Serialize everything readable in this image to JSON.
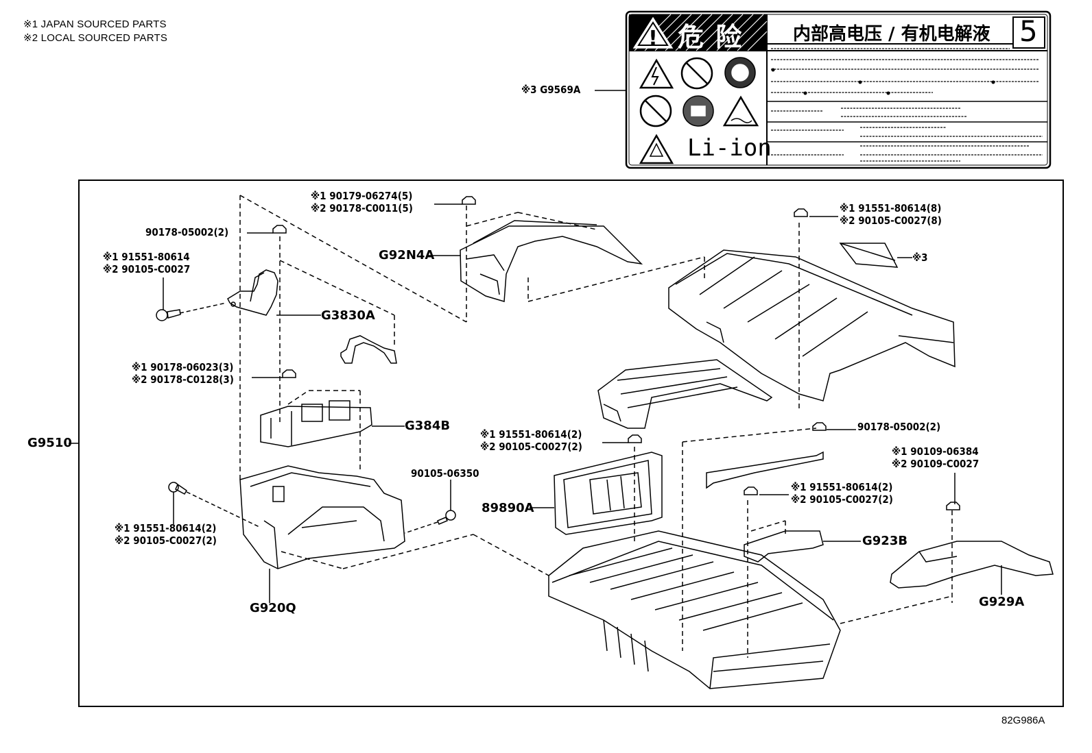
{
  "legend": {
    "line1": "※1 JAPAN SOURCED PARTS",
    "line2": "※2 LOCAL SOURCED PARTS"
  },
  "label_sticker": {
    "callout": "※3 G9569A",
    "warning_title": "危 险",
    "chinese_title": "内部高电压 / 有机电解液",
    "number": "5",
    "li_ion": "Li-ion"
  },
  "parts": {
    "assembly": "G9510",
    "p1_j": "※1 90179-06274(5)",
    "p1_l": "※2 90178-C0011(5)",
    "p2": "90178-05002(2)",
    "p3_j": "※1 91551-80614",
    "p3_l": "※2 90105-C0027",
    "g92n4a": "G92N4A",
    "g3830a": "G3830A",
    "p4_j": "※1 90178-06023(3)",
    "p4_l": "※2 90178-C0128(3)",
    "g384b": "G384B",
    "p5": "90105-06350",
    "p6_j": "※1 91551-80614(2)",
    "p6_l": "※2 90105-C0027(2)",
    "g920q": "G920Q",
    "p7_j": "※1 91551-80614(8)",
    "p7_l": "※2 90105-C0027(8)",
    "ref3": "※3",
    "p8_j": "※1 91551-80614(2)",
    "p8_l": "※2 90105-C0027(2)",
    "g89890a": "89890A",
    "p9": "90178-05002(2)",
    "p10_j": "※1 90109-06384",
    "p10_l": "※2 90109-C0027",
    "p11_j": "※1 91551-80614(2)",
    "p11_l": "※2 90105-C0027(2)",
    "g923b": "G923B",
    "g929a": "G929A"
  },
  "footer": {
    "figure_code": "82G986A"
  }
}
